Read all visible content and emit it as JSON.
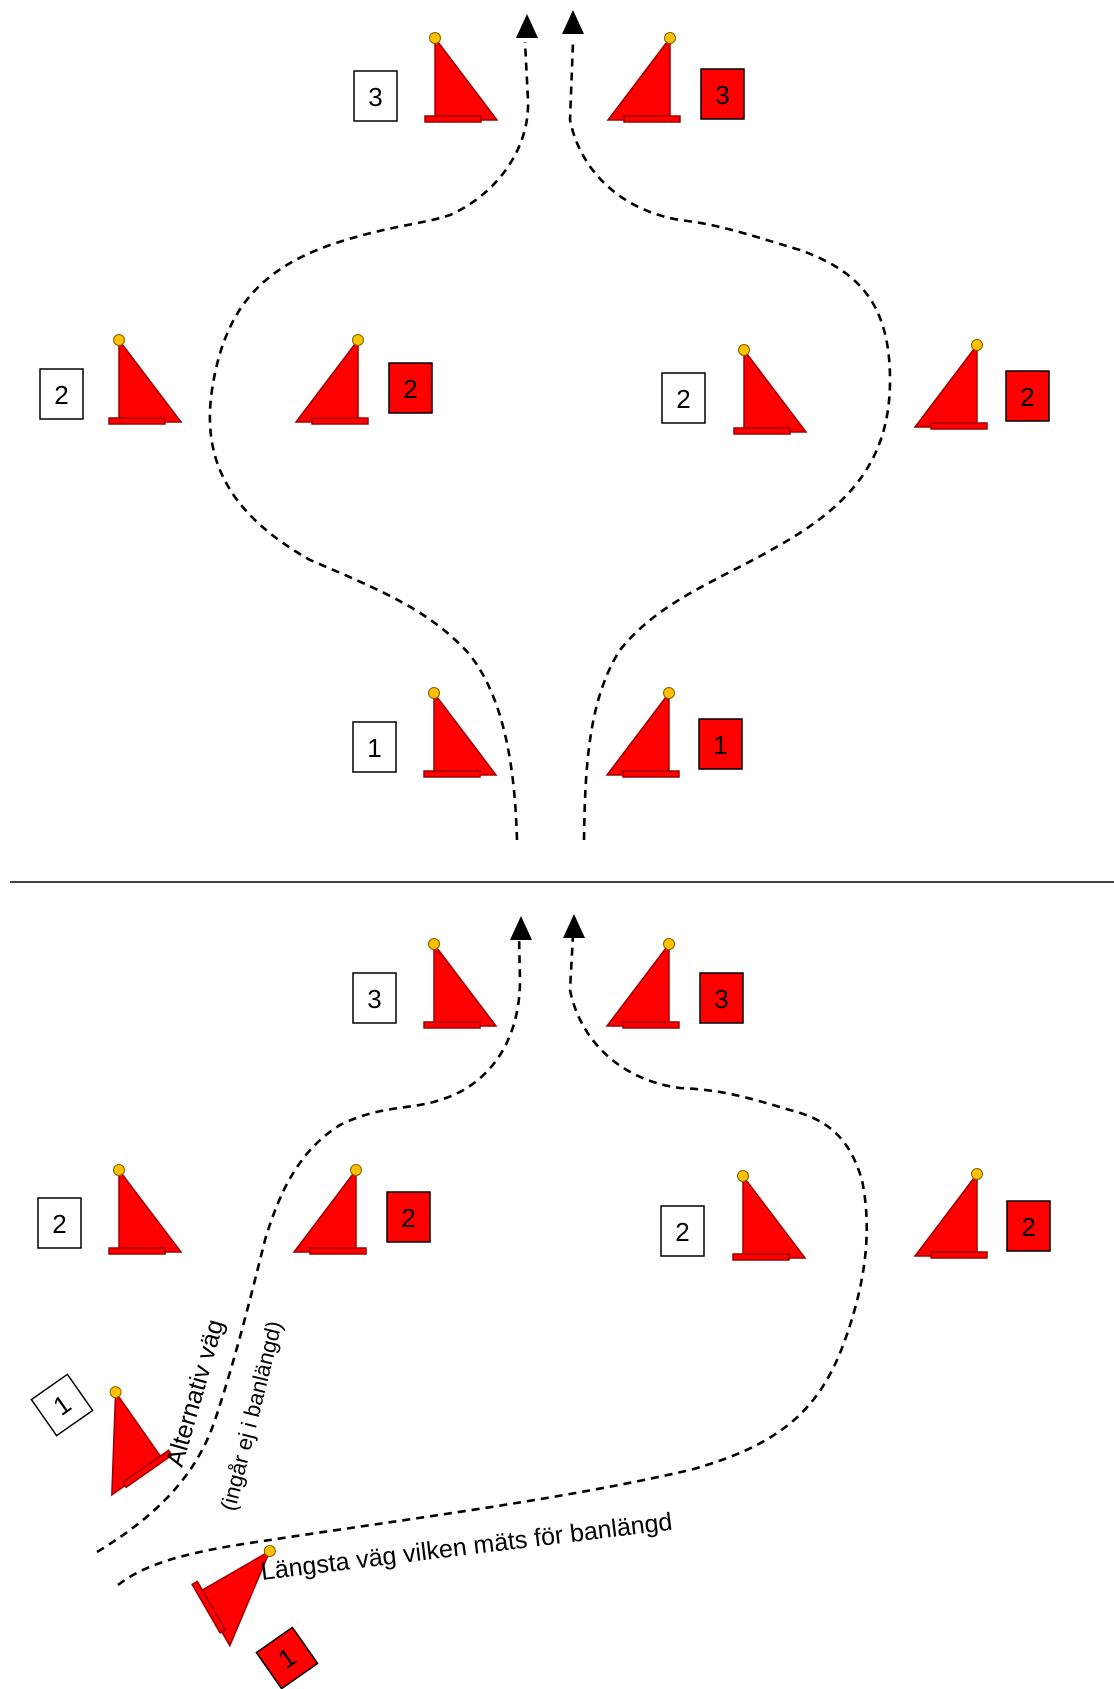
{
  "colors": {
    "cone_fill": "#ff0000",
    "cone_stroke": "#a00000",
    "cone_top": "#ffc000",
    "route": "#000000",
    "divider": "#444444",
    "white_marker": "#ffffff",
    "red_marker": "#ff0000"
  },
  "top_diagram": {
    "markers": {
      "m1_white": "1",
      "m1_red": "1",
      "m2_white_left": "2",
      "m2_red_left": "2",
      "m2_white_right": "2",
      "m2_red_right": "2",
      "m3_white": "3",
      "m3_red": "3"
    }
  },
  "bottom_diagram": {
    "markers": {
      "m1_white": "1",
      "m1_red": "1",
      "m2_white_left": "2",
      "m2_red_left": "2",
      "m2_white_right": "2",
      "m2_red_right": "2",
      "m3_white": "3",
      "m3_red": "3"
    },
    "annotations": {
      "alternative_route": "Alternativ väg",
      "alternative_note": "(ingår ej i banlängd)",
      "longest_route": "Längsta väg vilken mäts för banlängd"
    }
  },
  "icons": [
    "cone-left-icon",
    "cone-right-icon",
    "arrow-up-icon"
  ]
}
